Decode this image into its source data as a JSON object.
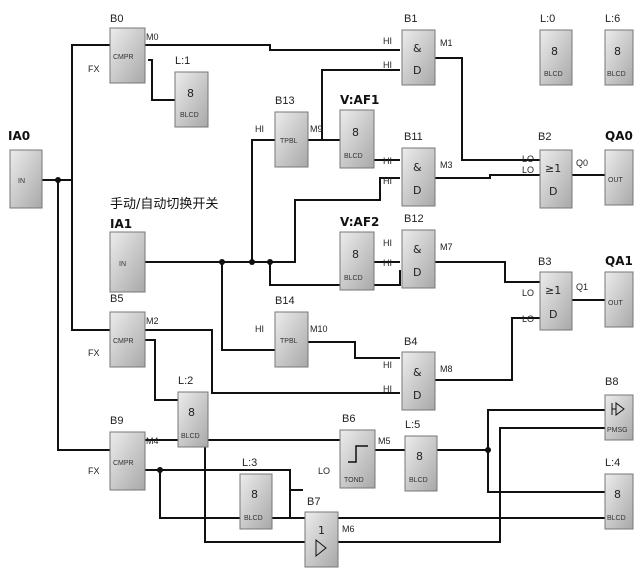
{
  "annotation": "手动/自动切换开关",
  "blocks": {
    "B0": {
      "label": "B0",
      "out": "M0",
      "inner": "CMPR",
      "pin": "FX"
    },
    "B5": {
      "label": "B5",
      "out": "M2",
      "inner": "CMPR",
      "pin": "FX"
    },
    "B9": {
      "label": "B9",
      "out": "M4",
      "inner": "CMPR",
      "pin": "FX"
    },
    "B1": {
      "label": "B1",
      "out": "M1",
      "sym1": "&",
      "sym2": "D",
      "in1": "HI",
      "in2": "HI"
    },
    "B11": {
      "label": "B11",
      "out": "M3",
      "sym1": "&",
      "sym2": "D",
      "in1": "HI",
      "in2": "HI"
    },
    "B12": {
      "label": "B12",
      "out": "M7",
      "sym1": "&",
      "sym2": "D",
      "in1": "HI",
      "in2": "HI"
    },
    "B4": {
      "label": "B4",
      "out": "M8",
      "sym1": "&",
      "sym2": "D",
      "in1": "HI",
      "in2": "HI"
    },
    "B2": {
      "label": "B2",
      "out": "Q0",
      "sym1": "≥1",
      "sym2": "D",
      "in1": "LO",
      "in2": "LO"
    },
    "B3": {
      "label": "B3",
      "out": "Q1",
      "sym1": "≥1",
      "sym2": "D",
      "in1": "LO",
      "in2": "LO"
    },
    "B13": {
      "label": "B13",
      "out": "M9",
      "inner": "TPBL",
      "pin": "HI"
    },
    "B14": {
      "label": "B14",
      "out": "M10",
      "inner": "TPBL",
      "pin": "HI"
    },
    "B6": {
      "label": "B6",
      "out": "M5",
      "inner": "TOND",
      "pin": "LO"
    },
    "B7": {
      "label": "B7",
      "out": "M6",
      "sym": "1"
    },
    "B8": {
      "label": "B8",
      "inner": "PMSG"
    }
  },
  "lcd": {
    "L1": {
      "label": "L:1",
      "digit": "8",
      "inner": "BLCD"
    },
    "L2": {
      "label": "L:2",
      "digit": "8",
      "inner": "BLCD"
    },
    "L3": {
      "label": "L:3",
      "digit": "8",
      "inner": "BLCD"
    },
    "L4": {
      "label": "L:4",
      "digit": "8",
      "inner": "BLCD"
    },
    "L5": {
      "label": "L:5",
      "digit": "8",
      "inner": "BLCD"
    },
    "L6": {
      "label": "L:6",
      "digit": "8",
      "inner": "BLCD"
    },
    "L0": {
      "label": "L:0",
      "digit": "8",
      "inner": "BLCD"
    },
    "VAF1": {
      "label": "V:AF1",
      "digit": "8",
      "inner": "BLCD"
    },
    "VAF2": {
      "label": "V:AF2",
      "digit": "8",
      "inner": "BLCD"
    }
  },
  "io": {
    "IA0": {
      "label": "IA0",
      "inner": "IN"
    },
    "IA1": {
      "label": "IA1",
      "inner": "IN"
    },
    "QA0": {
      "label": "QA0",
      "inner": "OUT"
    },
    "QA1": {
      "label": "QA1",
      "inner": "OUT"
    }
  },
  "colors": {
    "block_fill_top": "#e6e6e6",
    "block_fill_bottom": "#a9a9a9",
    "wire": "#111111"
  }
}
